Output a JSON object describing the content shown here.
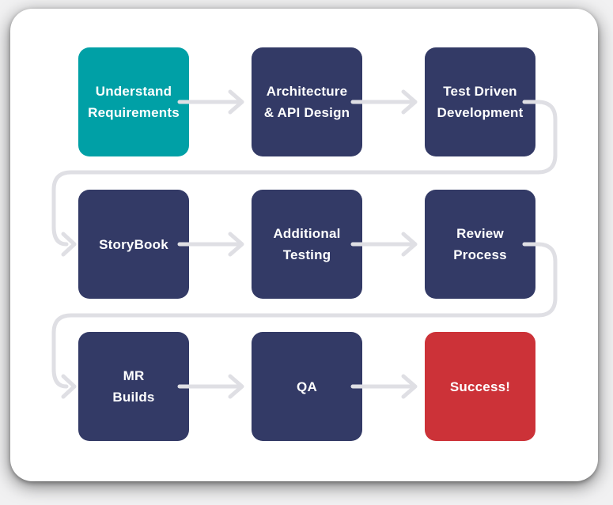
{
  "diagram": {
    "type": "flowchart",
    "connector_color": "#dfdfe4",
    "card_color": "#ffffff",
    "nodes": [
      {
        "id": "understand-requirements",
        "label": "Understand\nRequirements",
        "color": "#00a0a6",
        "text_color": "#ffffff",
        "role": "start"
      },
      {
        "id": "architecture-api-design",
        "label": "Architecture\n& API Design",
        "color": "#333a66",
        "text_color": "#ffffff",
        "role": "step"
      },
      {
        "id": "test-driven-development",
        "label": "Test Driven\nDevelopment",
        "color": "#333a66",
        "text_color": "#ffffff",
        "role": "step"
      },
      {
        "id": "storybook",
        "label": "StoryBook",
        "color": "#333a66",
        "text_color": "#ffffff",
        "role": "step"
      },
      {
        "id": "additional-testing",
        "label": "Additional\nTesting",
        "color": "#333a66",
        "text_color": "#ffffff",
        "role": "step"
      },
      {
        "id": "review-process",
        "label": "Review\nProcess",
        "color": "#333a66",
        "text_color": "#ffffff",
        "role": "step"
      },
      {
        "id": "mr-builds",
        "label": "MR\nBuilds",
        "color": "#333a66",
        "text_color": "#ffffff",
        "role": "step"
      },
      {
        "id": "qa",
        "label": "QA",
        "color": "#333a66",
        "text_color": "#ffffff",
        "role": "step"
      },
      {
        "id": "success",
        "label": "Success!",
        "color": "#cc3238",
        "text_color": "#ffffff",
        "role": "end"
      }
    ],
    "edges": [
      {
        "from": "understand-requirements",
        "to": "architecture-api-design"
      },
      {
        "from": "architecture-api-design",
        "to": "test-driven-development"
      },
      {
        "from": "test-driven-development",
        "to": "storybook"
      },
      {
        "from": "storybook",
        "to": "additional-testing"
      },
      {
        "from": "additional-testing",
        "to": "review-process"
      },
      {
        "from": "review-process",
        "to": "mr-builds"
      },
      {
        "from": "mr-builds",
        "to": "qa"
      },
      {
        "from": "qa",
        "to": "success"
      }
    ]
  }
}
